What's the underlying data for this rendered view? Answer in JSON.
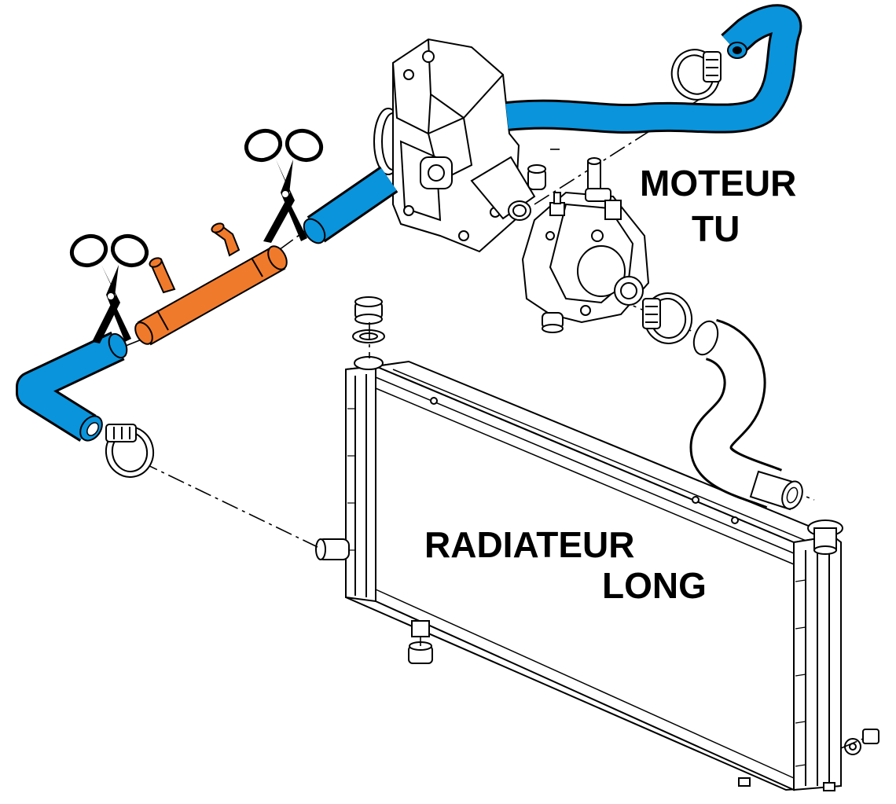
{
  "labels": {
    "engine_line1": "MOTEUR",
    "engine_line2": "TU",
    "radiator_line1": "RADIATEUR",
    "radiator_line2": "LONG"
  },
  "colors": {
    "hose": "#0a94dc",
    "pipe_highlight": "#f07a2c",
    "outline": "#000000",
    "background": "#ffffff"
  },
  "icons": [
    "scissors-icon",
    "scissors-icon"
  ]
}
